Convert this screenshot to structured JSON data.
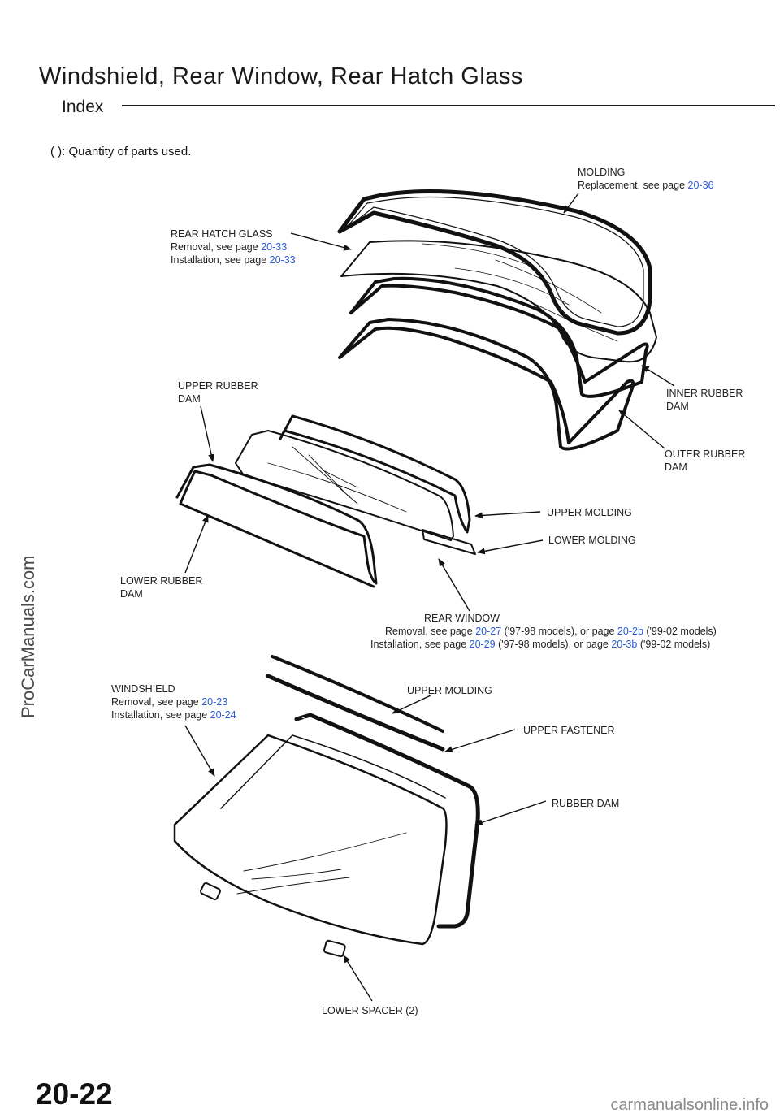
{
  "header": {
    "title": "Windshield, Rear Window, Rear Hatch Glass",
    "subtitle": "Index",
    "quantity_note": "(    ): Quantity of parts used."
  },
  "labels": {
    "molding": {
      "name": "MOLDING",
      "line1_prefix": "Replacement, see page ",
      "line1_ref": "20-36"
    },
    "rear_hatch_glass": {
      "name": "REAR HATCH GLASS",
      "removal_prefix": "Removal, see page ",
      "removal_ref": "20-33",
      "install_prefix": "Installation, see page ",
      "install_ref": "20-33"
    },
    "upper_rubber_dam": {
      "line1": "UPPER RUBBER",
      "line2": "DAM"
    },
    "inner_rubber_dam": {
      "line1": "INNER RUBBER",
      "line2": "DAM"
    },
    "outer_rubber_dam": {
      "line1": "OUTER RUBBER",
      "line2": "DAM"
    },
    "upper_molding_rear": "UPPER MOLDING",
    "lower_molding": "LOWER MOLDING",
    "lower_rubber_dam": {
      "line1": "LOWER RUBBER",
      "line2": "DAM"
    },
    "rear_window": {
      "name": "REAR WINDOW",
      "removal_prefix": "Removal, see page ",
      "removal_ref1": "20-27",
      "removal_mid": " ('97-98 models), or page ",
      "removal_ref2": "20-2b",
      "removal_suffix": " ('99-02 models)",
      "install_prefix": "Installation, see page ",
      "install_ref1": "20-29",
      "install_mid": " ('97-98 models), or page ",
      "install_ref2": "20-3b",
      "install_suffix": " ('99-02 models)"
    },
    "windshield": {
      "name": "WINDSHIELD",
      "removal_prefix": "Removal, see page ",
      "removal_ref": "20-23",
      "install_prefix": "Installation, see page ",
      "install_ref": "20-24"
    },
    "upper_molding_front": "UPPER MOLDING",
    "upper_fastener": "UPPER FASTENER",
    "rubber_dam": "RUBBER DAM",
    "lower_spacer": "LOWER SPACER (2)"
  },
  "watermark": "ProCarManuals.com",
  "page_number": "20-22",
  "footer_site": "carmanualsonline.info",
  "colors": {
    "link": "#2a5bd7",
    "ink": "#111111"
  }
}
